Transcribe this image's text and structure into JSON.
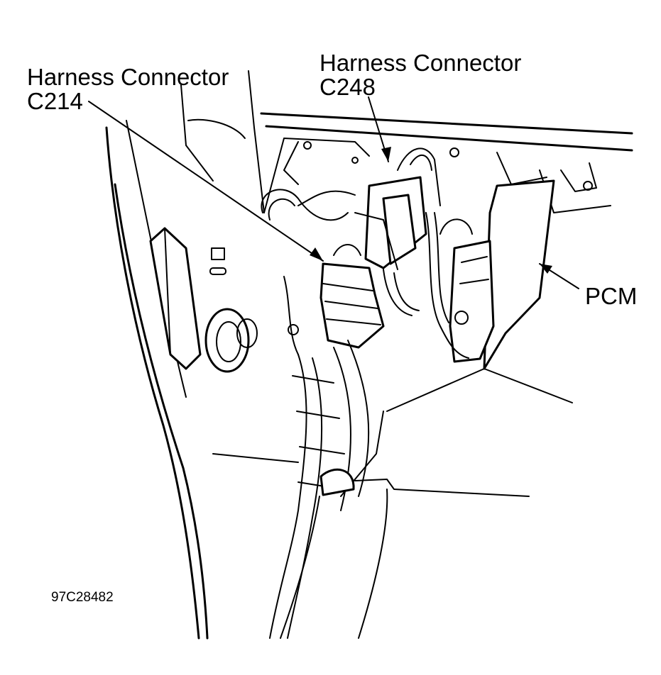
{
  "labels": {
    "c214_line1": "Harness Connector",
    "c214_line2": "C214",
    "c248_line1": "Harness Connector",
    "c248_line2": "C248",
    "pcm": "PCM",
    "figure_code": "97C28482"
  },
  "colors": {
    "background": "#ffffff",
    "ink": "#000000"
  }
}
